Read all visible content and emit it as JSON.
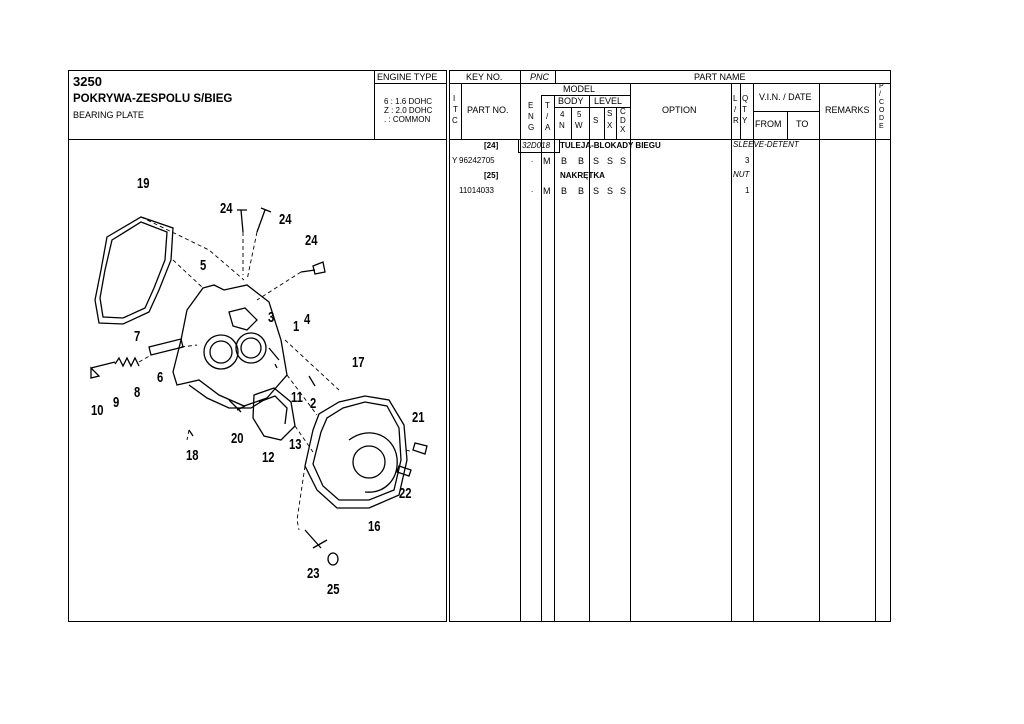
{
  "header": {
    "code": "3250",
    "title_pl": "POKRYWA-ZESPOLU S/BIEG",
    "title_en": "BEARING PLATE",
    "engine_type_label": "ENGINE TYPE",
    "engine_6": "6 : 1.6 DOHC",
    "engine_z": "Z : 2.0 DOHC",
    "engine_common": ". : COMMON"
  },
  "columns": {
    "key_no": "KEY NO.",
    "pnc": "PNC",
    "part_name": "PART NAME",
    "itc_i": "I",
    "itc_t": "T",
    "itc_c": "C",
    "part_no": "PART NO.",
    "model": "MODEL",
    "eng_e": "E",
    "eng_n": "N",
    "eng_g": "G",
    "ta_t": "T",
    "ta_slash": "/",
    "ta_a": "A",
    "body": "BODY",
    "level": "LEVEL",
    "body_4": "4",
    "body_n": "N",
    "body_5": "5",
    "body_w": "W",
    "level_s": "S",
    "level_sx_s": "S",
    "level_sx_x": "X",
    "level_cdx_c": "C",
    "level_cdx_d": "D",
    "level_cdx_x": "X",
    "option": "OPTION",
    "lr_l": "L",
    "lr_slash": "/",
    "lr_r": "R",
    "qty_q": "Q",
    "qty_t": "T",
    "qty_y": "Y",
    "vin_date": "V.I.N. / DATE",
    "from": "FROM",
    "to": "TO",
    "remarks": "REMARKS",
    "pcode": [
      "P",
      "/",
      "C",
      "O",
      "D",
      "E"
    ]
  },
  "rows": [
    {
      "key": "[24]",
      "pnc": "32D018",
      "name": "TULEJA-BLOKADY BIEGU",
      "name_en": "SLEEVE-DETENT"
    },
    {
      "itc": "Y",
      "part_no": "96242705",
      "eng": ".",
      "ta": "M",
      "b4n": "B",
      "b5w": "B",
      "ls": "S",
      "lsx": "S",
      "lcdx": "S",
      "qty": "3"
    },
    {
      "key": "[25]",
      "name": "NAKRĘTKA",
      "name_en": "NUT"
    },
    {
      "part_no": "11014033",
      "eng": ".",
      "ta": "M",
      "b4n": "B",
      "b5w": "B",
      "ls": "S",
      "lsx": "S",
      "lcdx": "S",
      "qty": "1"
    }
  ],
  "callouts": [
    "19",
    "24",
    "24",
    "24",
    "5",
    "3",
    "1",
    "4",
    "7",
    "6",
    "8",
    "9",
    "10",
    "17",
    "11",
    "2",
    "20",
    "13",
    "12",
    "18",
    "21",
    "22",
    "16",
    "23",
    "25"
  ]
}
